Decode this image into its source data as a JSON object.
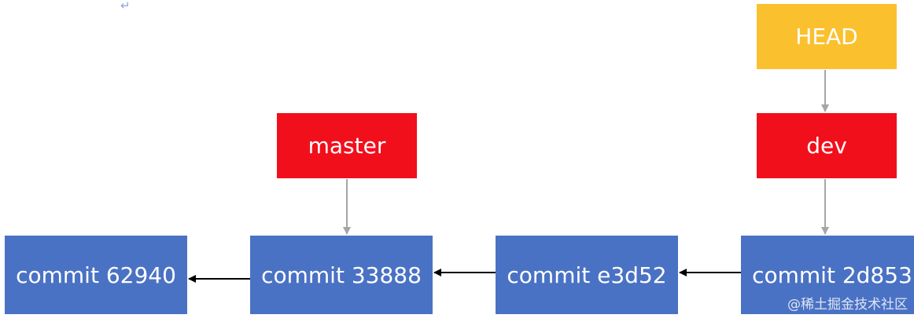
{
  "return_mark": "↵",
  "commits": [
    {
      "label": "commit 62940"
    },
    {
      "label": "commit 33888"
    },
    {
      "label": "commit e3d52"
    },
    {
      "label": "commit 2d853"
    }
  ],
  "branches": {
    "master": "master",
    "dev": "dev"
  },
  "head": "HEAD",
  "watermark": "@稀土掘金技术社区",
  "colors": {
    "commit": "#4a72c4",
    "branch": "#f10f1c",
    "head": "#fbc02d",
    "pointer_arrow": "#a6a6a6",
    "parent_arrow": "#000000"
  }
}
